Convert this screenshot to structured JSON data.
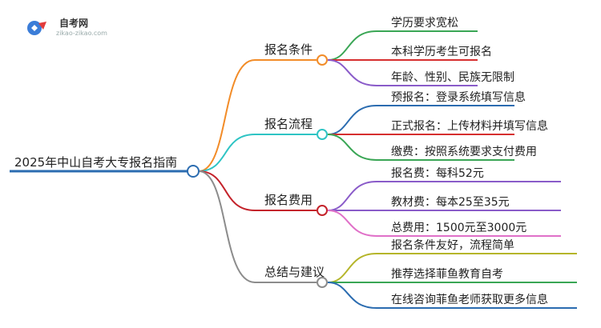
{
  "logo": {
    "title": "自考网",
    "url": "zikao-zikao.com"
  },
  "root": {
    "label": "2025年中山自考大专报名指南"
  },
  "branches": [
    {
      "label": "报名条件",
      "color": "#f28c28",
      "leaves": [
        {
          "label": "学历要求宽松",
          "color": "#3aa655"
        },
        {
          "label": "本科学历考生可报名",
          "color": "#d62f2f"
        },
        {
          "label": "年龄、性别、民族无限制",
          "color": "#8a5bc9"
        }
      ]
    },
    {
      "label": "报名流程",
      "color": "#2ec4c4",
      "leaves": [
        {
          "label": "预报名：登录系统填写信息",
          "color": "#2b6cb0"
        },
        {
          "label": "正式报名：上传材料并填写信息",
          "color": "#d62f2f"
        },
        {
          "label": "缴费：按照系统要求支付费用",
          "color": "#3aa655"
        }
      ]
    },
    {
      "label": "报名费用",
      "color": "#c4232b",
      "leaves": [
        {
          "label": "报名费：每科52元",
          "color": "#8a5bc9"
        },
        {
          "label": "教材费：每本25至35元",
          "color": "#8a5bc9"
        },
        {
          "label": "总费用：1500元至3000元",
          "color": "#e070c8"
        }
      ]
    },
    {
      "label": "总结与建议",
      "color": "#8c8c8c",
      "leaves": [
        {
          "label": "报名条件友好，流程简单",
          "color": "#b5b52a"
        },
        {
          "label": "推荐选择菲鱼教育自考",
          "color": "#3aa655"
        },
        {
          "label": "在线咨询菲鱼老师获取更多信息",
          "color": "#2b6cb0"
        }
      ]
    }
  ]
}
